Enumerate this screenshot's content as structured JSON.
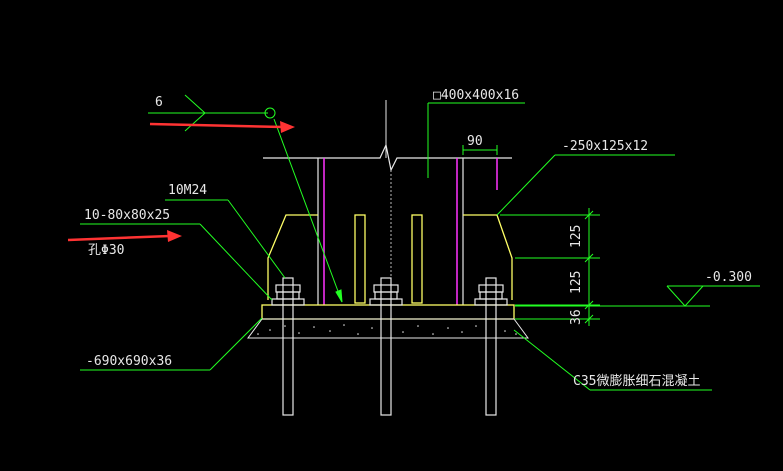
{
  "drawing": {
    "colors": {
      "background": "#000000",
      "leader": "#22ff22",
      "structure": "#ffff66",
      "bolt": "#e8e8e8",
      "stiffener": "#ff33ff",
      "arrow": "#ff3333",
      "concrete_fill": "#ffffff"
    },
    "labels": {
      "weld_symbol": "6",
      "column_section": "□400x400x16",
      "stiffener_spacing": "90",
      "rib_plate": "-250x125x12",
      "anchor_bolts": "10M24",
      "shim_plate": "10-80x80x25",
      "hole": "孔Φ30",
      "dim_upper": "125",
      "dim_lower": "125",
      "dim_plate": "36",
      "elevation": "-0.300",
      "base_plate": "-690x690x36",
      "grout": "C35微膨胀细石混凝土"
    }
  }
}
